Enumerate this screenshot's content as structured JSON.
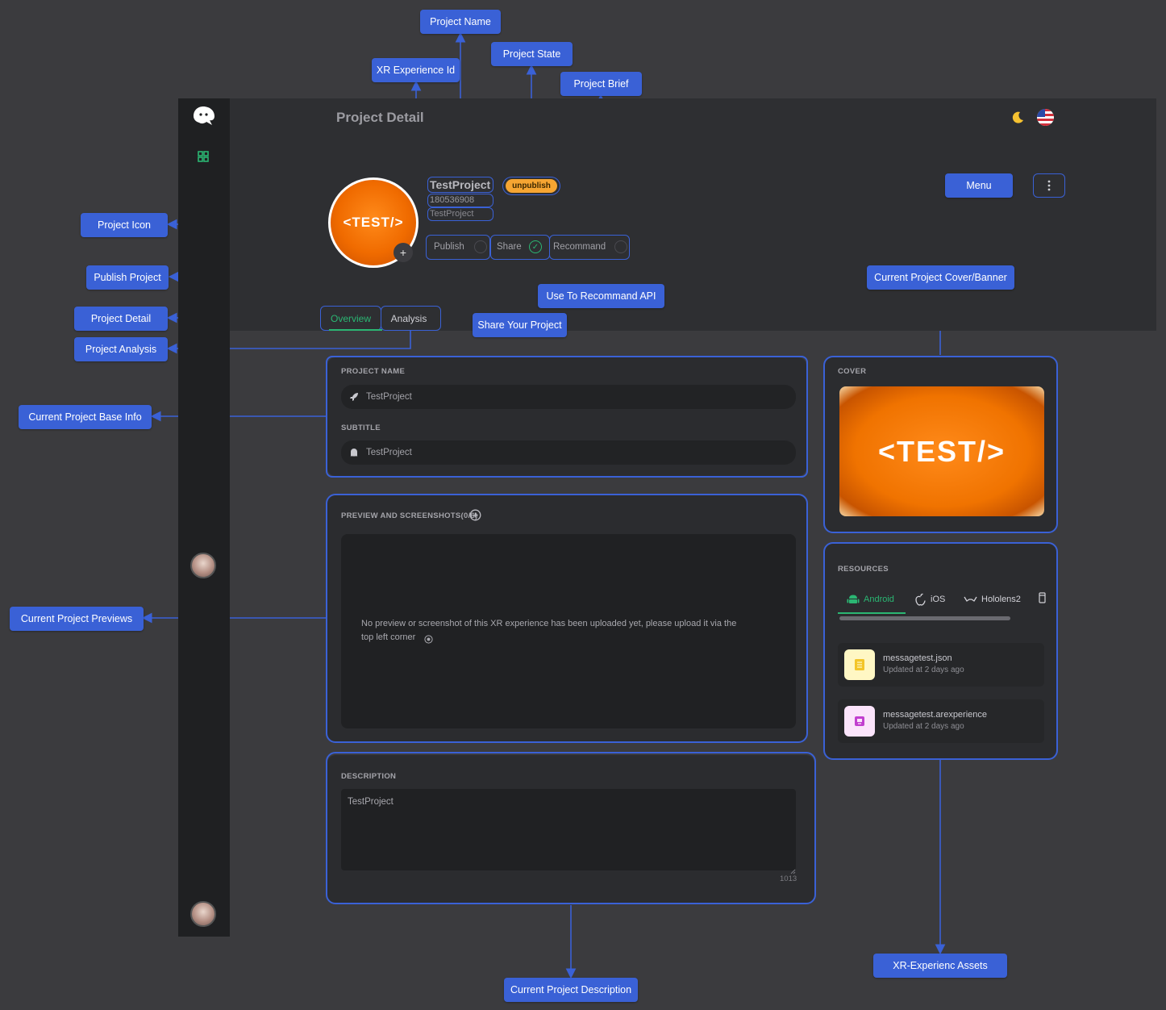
{
  "header": {
    "title": "Project Detail"
  },
  "project": {
    "icon_text": "<TEST/>",
    "name": "TestProject",
    "xr_id": "180536908",
    "brief": "TestProject",
    "state": "unpublish",
    "add_icon": "+"
  },
  "toggles": {
    "publish": "Publish",
    "share": "Share",
    "recommend": "Recommand"
  },
  "tabs": {
    "overview": "Overview",
    "analysis": "Analysis"
  },
  "base_info": {
    "name_label": "PROJECT NAME",
    "name_value": "TestProject",
    "subtitle_label": "SUBTITLE",
    "subtitle_value": "TestProject"
  },
  "previews": {
    "label": "PREVIEW AND SCREENSHOTS(0/6)",
    "empty_text_1": "No preview or screenshot of this XR experience has been uploaded yet, please upload it via the",
    "empty_text_2": "top left corner"
  },
  "description": {
    "label": "DESCRIPTION",
    "value": "TestProject",
    "count": "1013"
  },
  "cover": {
    "label": "COVER",
    "image_text": "<TEST/>"
  },
  "resources": {
    "label": "RESOURCES",
    "tabs": [
      "Android",
      "iOS",
      "Hololens2"
    ],
    "files": [
      {
        "name": "messagetest.json",
        "updated": "Updated at 2 days ago"
      },
      {
        "name": "messagetest.arexperience",
        "updated": "Updated at 2 days ago"
      }
    ]
  },
  "annotations": {
    "project_name": "Project Name",
    "project_state": "Project State",
    "xr_id": "XR Experience Id",
    "project_brief": "Project Brief",
    "menu": "Menu",
    "project_icon": "Project Icon",
    "publish_project": "Publish Project",
    "recommend_api": "Use To Recommand API",
    "share_project": "Share Your Project",
    "cover_banner": "Current Project Cover/Banner",
    "project_detail": "Project Detail",
    "project_analysis": "Project Analysis",
    "base_info": "Current Project Base Info",
    "previews": "Current Project Previews",
    "description": "Current Project Description",
    "assets": "XR-Experienc Assets"
  },
  "colors": {
    "accent": "#3a61d6",
    "green": "#2bb673",
    "badge": "#f6a532",
    "cover_orange": "#f07300"
  }
}
